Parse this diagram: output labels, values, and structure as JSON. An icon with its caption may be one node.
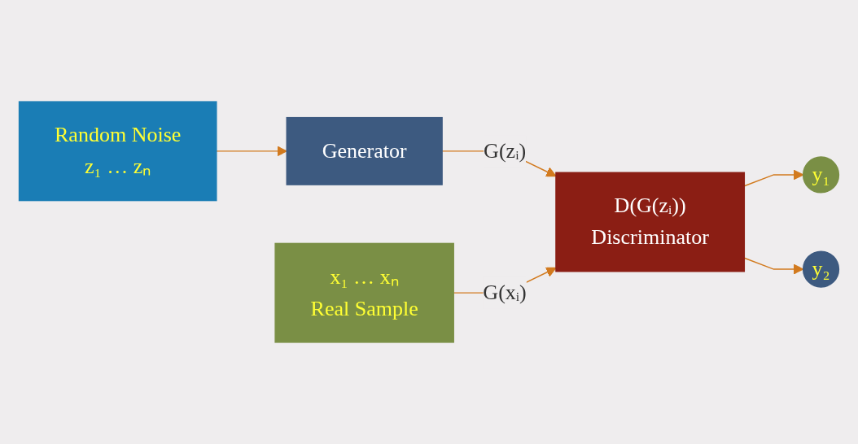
{
  "diagram": {
    "nodes": [
      {
        "text": [
          "Random Noise",
          "z₁ … zₙ"
        ]
      },
      {
        "text": [
          "x₁ … xₙ",
          "Real Sample"
        ]
      },
      {
        "text": [
          "Generator"
        ]
      },
      {
        "text": [
          "D(G(zᵢ))",
          "Discriminator"
        ]
      },
      {
        "text": [
          "y₁"
        ]
      },
      {
        "text": [
          "y₂"
        ]
      }
    ],
    "edges": [
      {
        "from": 0,
        "to": 2,
        "arrow": "to"
      },
      {
        "from": 2,
        "to": 3,
        "arrow": "to",
        "label": "G(zᵢ)"
      },
      {
        "from": 1,
        "to": 3,
        "arrow": "to",
        "label": "G(xᵢ)"
      },
      {
        "from": 3,
        "to": 4,
        "arrow": "to"
      },
      {
        "from": 3,
        "to": 5,
        "arrow": "to"
      }
    ]
  }
}
